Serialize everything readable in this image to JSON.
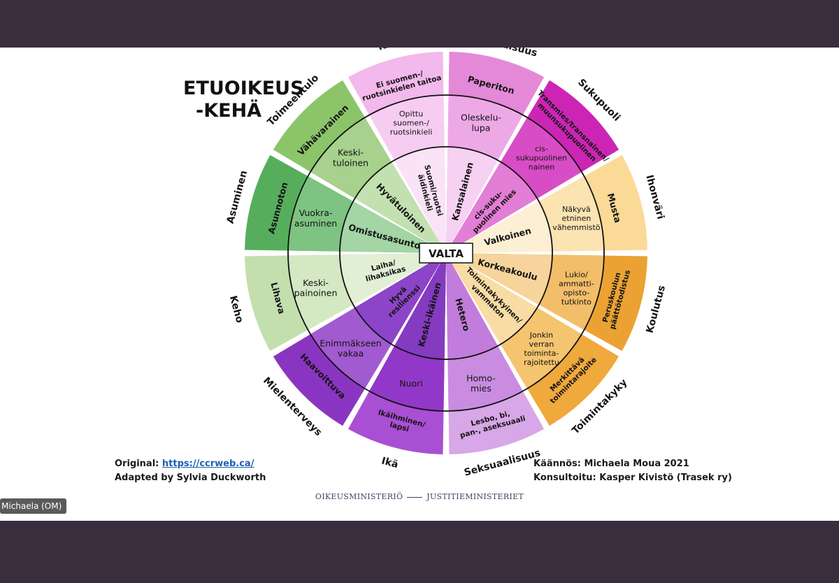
{
  "title": {
    "line1": "ETUOIKEUS",
    "line2": "-KEHÄ"
  },
  "center_label": "VALTA",
  "credits": {
    "original_label": "Original:",
    "original_link": "https://ccrweb.ca/",
    "adapted": "Adapted by Sylvia Duckworth",
    "translation": "Käännös: Michaela Moua 2021",
    "consulted": "Konsultoitu: Kasper Kivistö (Trasek ry)"
  },
  "ministry": {
    "left": "OIKEUSMINISTERIÖ",
    "right": "JUSTITIEMINISTERIET"
  },
  "participant_tag": "Michaela (OM)",
  "categories": [
    {
      "name": "Kansalaisuus",
      "color_outer": "#e489d8",
      "color_mid": "#eda9e6",
      "color_inner": "#f6d1f2",
      "outer": [
        "Paperiton"
      ],
      "mid": [
        "Oleskelu-",
        "lupa"
      ],
      "inner": [
        "Kansalainen"
      ]
    },
    {
      "name": "Sukupuoli",
      "color_outer": "#cc25b6",
      "color_mid": "#d84dc5",
      "color_inner": "#e27ed5",
      "outer": [
        "Transmies/transnainen/",
        "muunsukupuolinen"
      ],
      "mid": [
        "cis-",
        "sukupuolinen",
        "nainen"
      ],
      "inner": [
        "cis-suku-",
        "puolinen mies"
      ]
    },
    {
      "name": "Ihonväri",
      "color_outer": "#fbd996",
      "color_mid": "#fbe3b2",
      "color_inner": "#fdefd3",
      "outer": [
        "Musta"
      ],
      "mid": [
        "Näkyvä",
        "etninen",
        "vähemmistö"
      ],
      "inner": [
        "Valkoinen"
      ]
    },
    {
      "name": "Koulutus",
      "color_outer": "#eba233",
      "color_mid": "#f2be69",
      "color_inner": "#f7d49c",
      "outer": [
        "Peruskoulun",
        "päättötodistus"
      ],
      "mid": [
        "Lukio/",
        "ammatti-",
        "opisto-",
        "tutkinto"
      ],
      "inner": [
        "Korkeakoulu"
      ]
    },
    {
      "name": "Toimintakyky",
      "color_outer": "#f0a93c",
      "color_mid": "#f5c46f",
      "color_inner": "#f9dca4",
      "outer": [
        "Merkittävä",
        "toimintarajoite"
      ],
      "mid": [
        "Jonkin",
        "verran",
        "toiminta-",
        "rajoitettu"
      ],
      "inner": [
        "Toimintakykyinen/",
        "vammaton"
      ]
    },
    {
      "name": "Seksuaalisuus",
      "color_outer": "#d7a7e8",
      "color_mid": "#c98ce0",
      "color_inner": "#c27cdc",
      "outer": [
        "Lesbo, bi,",
        "pan-, aseksuaali"
      ],
      "mid": [
        "Homo-",
        "mies"
      ],
      "inner": [
        "Hetero"
      ]
    },
    {
      "name": "Ikä",
      "color_outer": "#a94fd4",
      "color_mid": "#9238c8",
      "color_inner": "#843bc0",
      "outer": [
        "Ikäihminen/",
        "lapsi"
      ],
      "mid": [
        "Nuori"
      ],
      "inner": [
        "Keski-ikäinen"
      ]
    },
    {
      "name": "Mielenterveys",
      "color_outer": "#8a35c2",
      "color_mid": "#a25ad0",
      "color_inner": "#8c44c8",
      "outer": [
        "Haavoittuva"
      ],
      "mid": [
        "Enimmäkseen",
        "vakaa"
      ],
      "inner": [
        "Hyvä",
        "resilienssi"
      ]
    },
    {
      "name": "Keho",
      "color_outer": "#c4dfae",
      "color_mid": "#d4e8c3",
      "color_inner": "#e1efd4",
      "outer": [
        "Lihava"
      ],
      "mid": [
        "Keski-",
        "painoinen"
      ],
      "inner": [
        "Laiha/",
        "lihaksikas"
      ]
    },
    {
      "name": "Asuminen",
      "color_outer": "#56ae5d",
      "color_mid": "#7ec382",
      "color_inner": "#a3d5a5",
      "outer": [
        "Asunnoton"
      ],
      "mid": [
        "Vuokra-",
        "asuminen"
      ],
      "inner": [
        "Omistusasunto"
      ]
    },
    {
      "name": "Toimeentulo",
      "color_outer": "#8cc46a",
      "color_mid": "#a7d18c",
      "color_inner": "#c3e0b0",
      "outer": [
        "Vähävarainen"
      ],
      "mid": [
        "Keski-",
        "tuloinen"
      ],
      "inner": [
        "Hyvätuloinen"
      ]
    },
    {
      "name": "Kieli",
      "color_outer": "#f3b8ec",
      "color_mid": "#f6cdf1",
      "color_inner": "#fae2f7",
      "outer": [
        "Ei suomen-/",
        "ruotsinkielen taitoa"
      ],
      "mid": [
        "Opittu",
        "suomen-/",
        "ruotsinkieli"
      ],
      "inner": [
        "Suomi/ruotsi",
        "äidinkieli"
      ]
    }
  ]
}
